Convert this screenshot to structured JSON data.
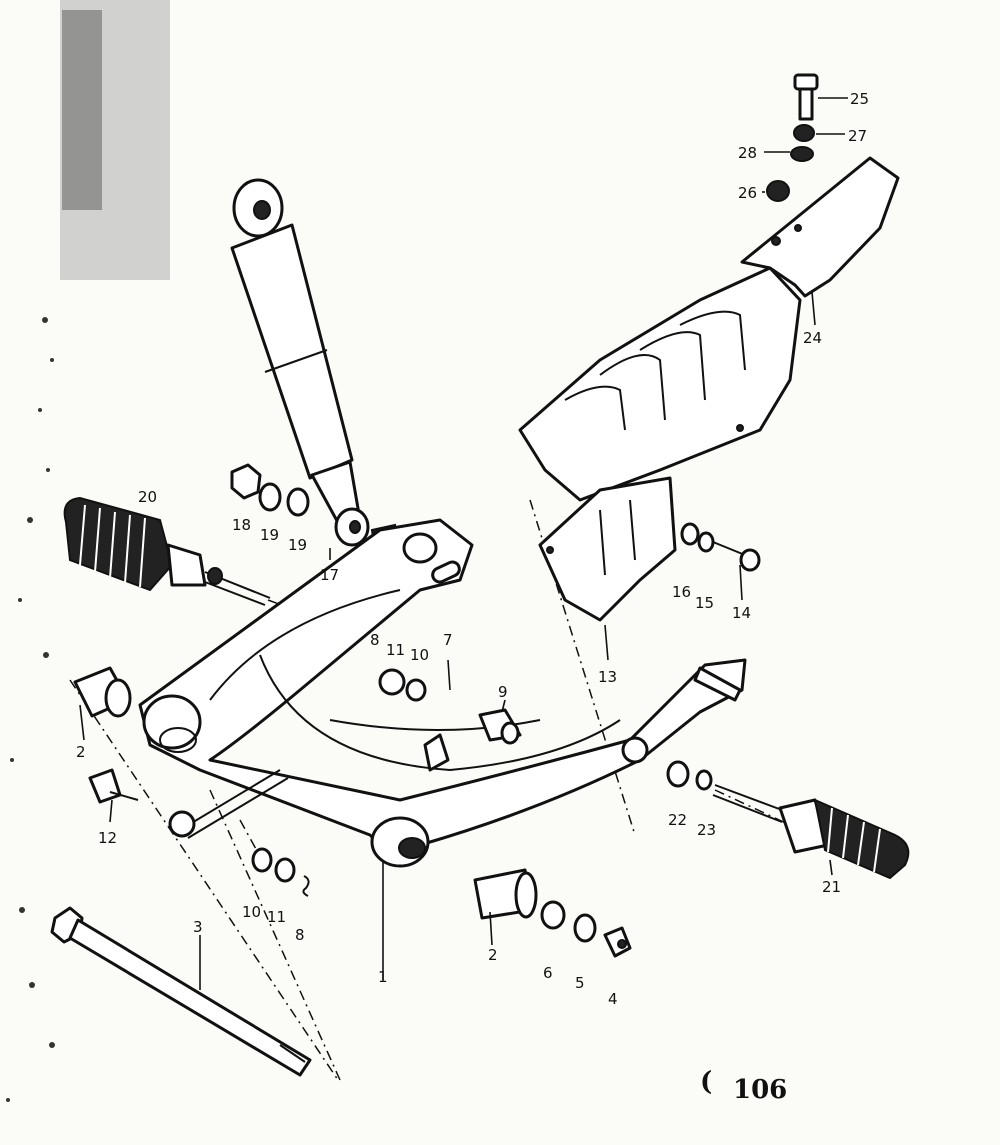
{
  "figure_number": "106",
  "figure_prefix": "(",
  "callouts": [
    {
      "id": "c1",
      "label": "1"
    },
    {
      "id": "c2a",
      "label": "2"
    },
    {
      "id": "c2b",
      "label": "2"
    },
    {
      "id": "c3",
      "label": "3"
    },
    {
      "id": "c4",
      "label": "4"
    },
    {
      "id": "c5",
      "label": "5"
    },
    {
      "id": "c6",
      "label": "6"
    },
    {
      "id": "c7",
      "label": "7"
    },
    {
      "id": "c8a",
      "label": "8"
    },
    {
      "id": "c8b",
      "label": "8"
    },
    {
      "id": "c9",
      "label": "9"
    },
    {
      "id": "c10a",
      "label": "10"
    },
    {
      "id": "c10b",
      "label": "10"
    },
    {
      "id": "c11a",
      "label": "11"
    },
    {
      "id": "c11b",
      "label": "11"
    },
    {
      "id": "c12",
      "label": "12"
    },
    {
      "id": "c13",
      "label": "13"
    },
    {
      "id": "c14",
      "label": "14"
    },
    {
      "id": "c15",
      "label": "15"
    },
    {
      "id": "c16",
      "label": "16"
    },
    {
      "id": "c17",
      "label": "17"
    },
    {
      "id": "c18",
      "label": "18"
    },
    {
      "id": "c19a",
      "label": "19"
    },
    {
      "id": "c19b",
      "label": "19"
    },
    {
      "id": "c20",
      "label": "20"
    },
    {
      "id": "c21",
      "label": "21"
    },
    {
      "id": "c22",
      "label": "22"
    },
    {
      "id": "c23",
      "label": "23"
    },
    {
      "id": "c24",
      "label": "24"
    },
    {
      "id": "c25",
      "label": "25"
    },
    {
      "id": "c26",
      "label": "26"
    },
    {
      "id": "c27",
      "label": "27"
    },
    {
      "id": "c28",
      "label": "28"
    }
  ],
  "colors": {
    "ink": "#111111",
    "paper": "#fbfbf8"
  }
}
